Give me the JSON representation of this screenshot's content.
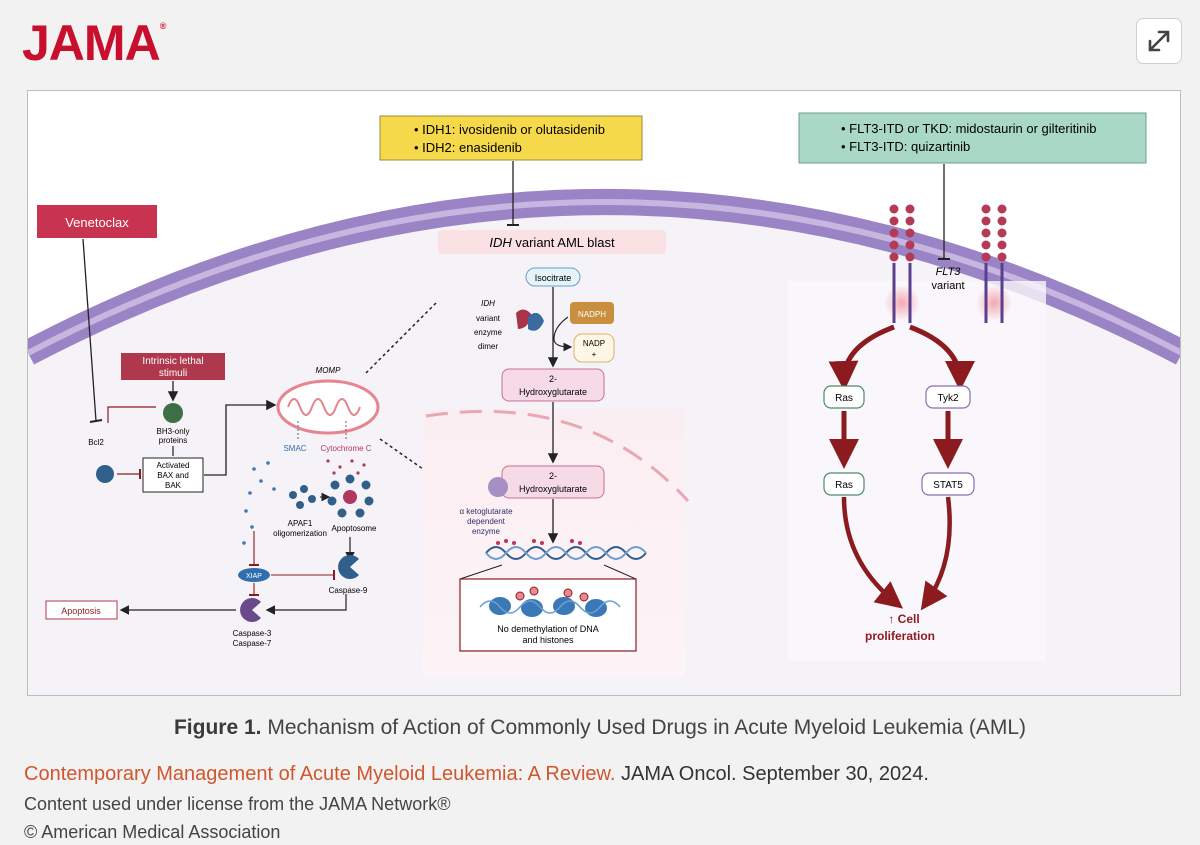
{
  "header": {
    "logo_text": "JAMA",
    "logo_mark": "®",
    "expand_icon": "expand-arrows-icon"
  },
  "colors": {
    "brand_red": "#c8102e",
    "venetoclax_box": "#c8334f",
    "idh_box": "#f5d94a",
    "flt3_box": "#a9d8c6",
    "membrane": "#9b84c6",
    "arrow_red": "#8b1b1f",
    "link_orange": "#d0562d"
  },
  "diagram": {
    "venetoclax": "Venetoclax",
    "intrinsic": [
      "Intrinsic lethal",
      "stimuli"
    ],
    "bh3": [
      "BH3-only",
      "proteins"
    ],
    "bcl2": "Bcl2",
    "activated": [
      "Activated",
      "BAX and",
      "BAK"
    ],
    "momp": "MOMP",
    "smac": "SMAC",
    "cytochrome": "Cytochrome C",
    "apaf1": [
      "APAF1",
      "oligomerization"
    ],
    "apoptosome": "Apoptosome",
    "xiap": "XIAP",
    "caspase9": "Caspase-9",
    "apoptosis": "Apoptosis",
    "caspase37": [
      "Caspase-3",
      "Caspase-7"
    ],
    "idh_drugs": [
      "• IDH1: ivosidenib or olutasidenib",
      "• IDH2: enasidenib"
    ],
    "idh_blast_italic": "IDH",
    "idh_blast_rest": " variant AML blast",
    "isocitrate": "Isocitrate",
    "idh_enzyme_italic": "IDH",
    "idh_enzyme": [
      "variant",
      "enzyme",
      "dimer"
    ],
    "nadph": "NADPH",
    "nadp": [
      "NADP",
      "+"
    ],
    "hg": [
      "2-",
      "Hydroxyglutarate"
    ],
    "akg": [
      "α ketoglutarate",
      "dependent",
      "enzyme"
    ],
    "no_demethylation": [
      "No demethylation of DNA",
      "and histones"
    ],
    "flt3_drugs": [
      "• FLT3-ITD or TKD: midostaurin or gilteritinib",
      "• FLT3-ITD: quizartinib"
    ],
    "flt3_variant_italic": "FLT3",
    "flt3_variant": "variant",
    "ras": "Ras",
    "tyk2": "Tyk2",
    "stat5": "STAT5",
    "cell_proliferation": [
      "↑ Cell",
      "proliferation"
    ]
  },
  "caption": {
    "label": "Figure 1.",
    "title": "Mechanism of Action of Commonly Used Drugs in Acute Myeloid Leukemia (AML)"
  },
  "citation": {
    "article": "Contemporary Management of Acute Myeloid Leukemia: A Review.",
    "journal": "JAMA Oncol. September 30, 2024."
  },
  "license": "Content used under license from the JAMA Network®",
  "copyright": "© American Medical Association"
}
